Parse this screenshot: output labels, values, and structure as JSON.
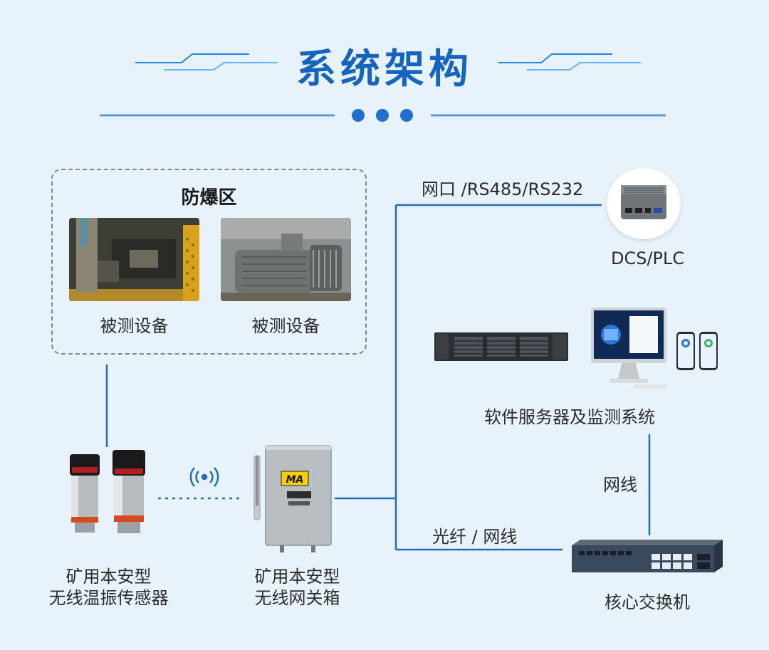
{
  "header": {
    "title": "系统架构"
  },
  "zone": {
    "title": "防爆区",
    "equipment": [
      "被测设备",
      "被测设备"
    ]
  },
  "nodes": {
    "sensor": {
      "line1": "矿用本安型",
      "line2": "无线温振传感器"
    },
    "gateway": {
      "line1": "矿用本安型",
      "line2": "无线网关箱",
      "badge": "MA"
    },
    "dcs": {
      "label": "DCS/PLC"
    },
    "server": {
      "label": "软件服务器及监测系统"
    },
    "switch": {
      "label": "核心交换机"
    }
  },
  "links": {
    "dcs_link": "网口 /RS485/RS232",
    "fiber_link": "光纤 / 网线",
    "server_link": "网线"
  },
  "colors": {
    "accent": "#1565c0",
    "line": "#1e6fb8",
    "background": "#e8f2fb"
  }
}
